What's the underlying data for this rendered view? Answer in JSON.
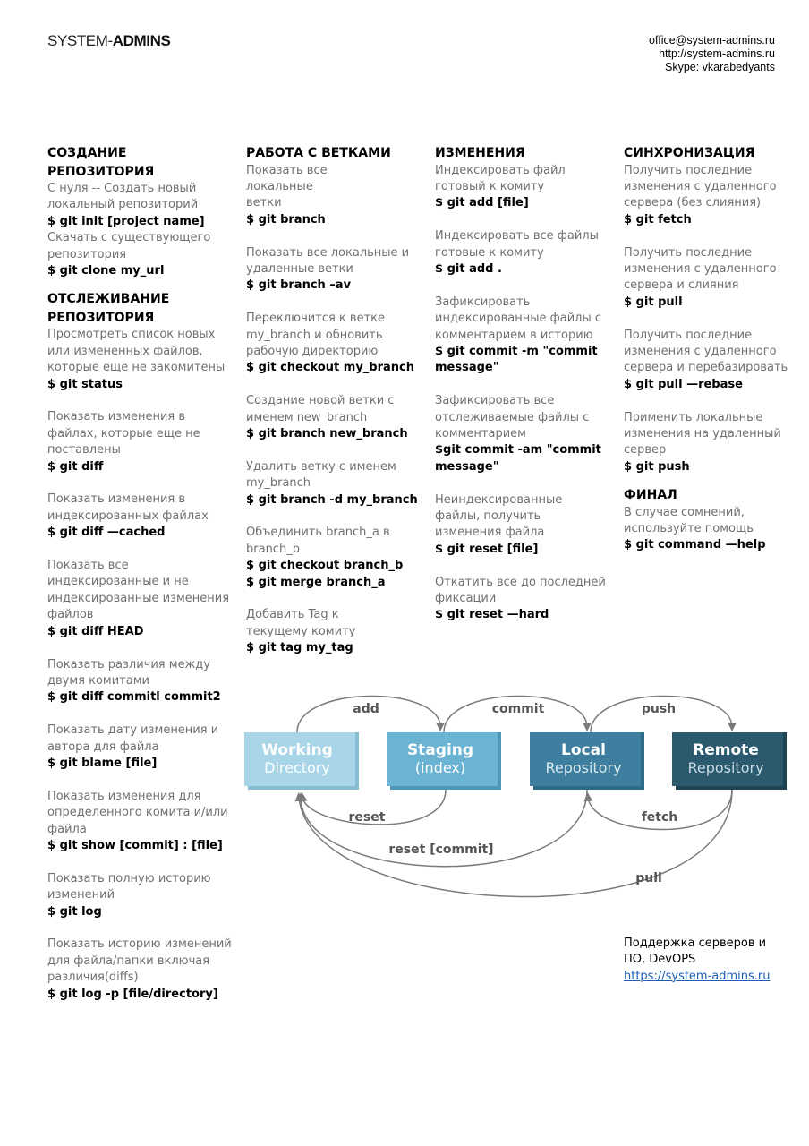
{
  "header": {
    "logo_light": "SYSTEM-",
    "logo_bold": "ADMINS",
    "email": "office@system-admins.ru",
    "url": "http://system-admins.ru",
    "skype": "Skype: vkarabedyants"
  },
  "col1": {
    "h1": [
      "СОЗДАНИЕ",
      "РЕПОЗИТОРИЯ"
    ],
    "s1_desc": [
      "С нуля     -- Создать новый",
      "локальный репозиторий"
    ],
    "s1_cmd": "$ git init [project name]",
    "s2_desc": [
      "Скачать с существующего",
      "репозитория"
    ],
    "s2_cmd": "$ git clone my_url",
    "h2": [
      "ОТСЛЕЖИВАНИЕ",
      "РЕПОЗИТОРИЯ"
    ],
    "t1_desc": [
      "Просмотреть список новых",
      "или измененных файлов,",
      "которые еще не закомитены"
    ],
    "t1_cmd": "$ git status",
    "t2_desc": [
      "Показать изменения в",
      "файлах, которые еще не",
      "поставлены"
    ],
    "t2_cmd": "$ git diff",
    "t3_desc": [
      "Показать изменения в",
      "индексированных файлах"
    ],
    "t3_cmd": "$ git diff —cached",
    "t4_desc": [
      "Показать все",
      "индексированные и не",
      "индексированные изменения",
      "файлов"
    ],
    "t4_cmd": "$ git diff HEAD",
    "t5_desc": [
      "Показать различия между",
      "двумя комитами"
    ],
    "t5_cmd": "$ git diff commitl commit2",
    "t6_desc": [
      "Показать дату изменения и",
      "автора для файла"
    ],
    "t6_cmd": "$ git blame [file]",
    "t7_desc": [
      "Показать изменения для",
      "определенного комита и/или",
      "файла"
    ],
    "t7_cmd": "$ git show [commit] : [file]",
    "t8_desc": [
      "Показать полную историю",
      "изменений"
    ],
    "t8_cmd": "$ git log",
    "t9_desc": [
      "Показать историю изменений",
      "для файла/папки включая",
      "различия(diffs)"
    ],
    "t9_cmd": "$ git log -p [file/directory]"
  },
  "col2": {
    "h": "РАБОТА С ВЕТКАМИ",
    "b1_desc": [
      "Показать все",
      "локальные",
      "ветки"
    ],
    "b1_cmd": "$ git branch",
    "b2_desc": [
      "Показать все локальные и",
      "удаленные ветки"
    ],
    "b2_cmd": "$ git branch –av",
    "b3_desc": [
      "Переключится к ветке",
      "my_branch и обновить",
      "рабочую директорию"
    ],
    "b3_cmd": "$ git checkout my_branch",
    "b4_desc": [
      "Создание новой ветки с",
      "именем new_branch"
    ],
    "b4_cmd": "$ git branch new_branch",
    "b5_desc": [
      "Удалить ветку с именем",
      "my_branch"
    ],
    "b5_cmd": "$ git branch -d my_branch",
    "b6_desc": [
      "Объединить branch_a в",
      "branch_b"
    ],
    "b6_cmd1": "$ git checkout branch_b",
    "b6_cmd2": "$ git merge branch_a",
    "b7_desc": [
      "Добавить Tag к",
      "текущему комиту"
    ],
    "b7_cmd": "$ git tag my_tag"
  },
  "col3": {
    "h": "ИЗМЕНЕНИЯ",
    "c1_desc": [
      "Индексировать файл",
      "готовый к комиту"
    ],
    "c1_cmd": "$ git add [file]",
    "c2_desc": [
      "Индексировать все файлы",
      "готовые к комиту"
    ],
    "c2_cmd": "$ git add .",
    "c3_desc": [
      "Зафиксировать",
      "индексированные файлы с",
      "комментарием в историю"
    ],
    "c3_cmd": [
      "$ git commit -m \"commit",
      "message\""
    ],
    "c4_desc": [
      "Зафиксировать все",
      "отслеживаемые файлы с",
      "комментарием"
    ],
    "c4_cmd": [
      "$git commit -am \"commit",
      "message\""
    ],
    "c5_desc": [
      "Неиндексированные",
      "файлы, получить",
      "изменения файла"
    ],
    "c5_cmd": "$ git reset [file]",
    "c6_desc": [
      "Откатить все до последней",
      "фиксации"
    ],
    "c6_cmd": "$ git reset —hard"
  },
  "col4": {
    "h": "СИНХРОНИЗАЦИЯ",
    "s1_desc": [
      "Получить последние",
      "изменения с удаленного",
      "сервера (без слияния)"
    ],
    "s1_cmd": "$ git fetch",
    "s2_desc": [
      "Получить последние",
      "изменения с удаленного",
      "сервера и слияния"
    ],
    "s2_cmd": "$ git pull",
    "s3_desc": [
      "Получить последние",
      "изменения с удаленного",
      "сервера и перебазировать"
    ],
    "s3_cmd": "$ git pull —rebase",
    "s4_desc": [
      "Применить локальные",
      "изменения на удаленный",
      "сервер"
    ],
    "s4_cmd": "$ git push",
    "h2": "ФИНАЛ",
    "f_desc": [
      "В случае сомнений,",
      "используйте помощь"
    ],
    "f_cmd": "$ git command —help"
  },
  "diagram": {
    "boxes": [
      {
        "title": "Working",
        "sub": "Directory",
        "color": "#a8d5e8"
      },
      {
        "title": "Staging",
        "sub": "(index)",
        "color": "#6bb3d3"
      },
      {
        "title": "Local",
        "sub": "Repository",
        "color": "#3e7f9f"
      },
      {
        "title": "Remote",
        "sub": "Repository",
        "color": "#2b5a6f"
      }
    ],
    "labels": {
      "add": "add",
      "commit": "commit",
      "push": "push",
      "reset": "reset",
      "fetch": "fetch",
      "reset_commit": "reset [commit]",
      "pull": "pull"
    }
  },
  "footer": {
    "line1": "Поддержка серверов и",
    "line2": "ПО, DevOPS",
    "link": "https://system-admins.ru"
  }
}
